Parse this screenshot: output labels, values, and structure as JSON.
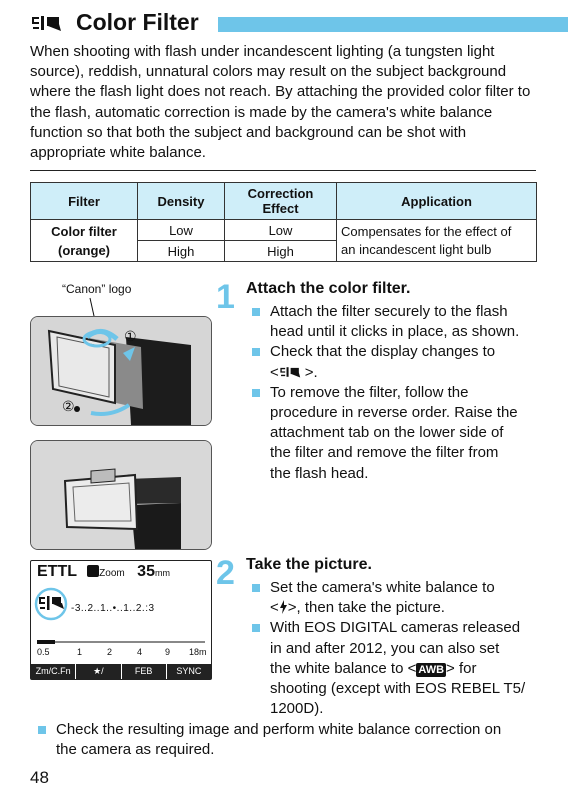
{
  "title": "Color Filter",
  "intro": "When shooting with flash under incandescent lighting (a tungsten light source), reddish, unnatural colors may result on the subject background where the flash light does not reach. By attaching the provided color filter to the flash, automatic correction is made by the camera's white balance function so that both the subject and background can be shot with appropriate white balance.",
  "table": {
    "headers": [
      "Filter",
      "Density",
      "Correction Effect",
      "Application"
    ],
    "filter_name_line1": "Color filter",
    "filter_name_line2": "(orange)",
    "rows": [
      {
        "density": "Low",
        "correction": "Low"
      },
      {
        "density": "High",
        "correction": "High"
      }
    ],
    "application_line1": "Compensates for the effect of",
    "application_line2": "an incandescent light bulb"
  },
  "step1": {
    "number": "1",
    "heading": "Attach the color filter.",
    "canon_label": "“Canon” logo",
    "callout1": "①",
    "callout2": "②",
    "b1_l1": "Attach the filter securely to the flash",
    "b1_l2": "head until it clicks in place, as shown.",
    "b2_l1": "Check that the display changes to",
    "b2_l2": ">.",
    "b3_l1": "To remove the filter, follow the",
    "b3_l2": "procedure in reverse order. Raise the",
    "b3_l3": "attachment tab on the lower side of",
    "b3_l4": "the filter and remove the filter from",
    "b3_l5": "the flash head."
  },
  "step2": {
    "number": "2",
    "heading": "Take the picture.",
    "b1_l1": "Set the camera's white balance to",
    "b1_l2": "<",
    "b1_l2b": ">, then take the picture.",
    "b2_l1": "With EOS DIGITAL cameras released",
    "b2_l2": "in and after 2012, you can also set",
    "b2_l3a": "the white balance to <",
    "awb": "AWB",
    "b2_l3b": "> for",
    "b2_l4": "shooting (except with EOS REBEL T5/",
    "b2_l5": "1200D)."
  },
  "lcd": {
    "mode": "ETTL",
    "zoom_label": "Zoom",
    "zoom_value": "35",
    "zoom_unit": "mm",
    "scale": "-3..2..1..•..1..2.:3",
    "dist": [
      "0.5",
      "1",
      "2",
      "4",
      "9",
      "18m"
    ],
    "buttons": [
      "Zm/C.Fn",
      "★/",
      "FEB",
      "SYNC"
    ]
  },
  "final_note_l1": "Check the resulting image and perform white balance correction on",
  "final_note_l2": "the camera as required.",
  "page_number": "48",
  "accent_color": "#6ec5e9",
  "icons": [
    "color-filter-icon",
    "flash-bolt-icon",
    "awb-icon"
  ]
}
